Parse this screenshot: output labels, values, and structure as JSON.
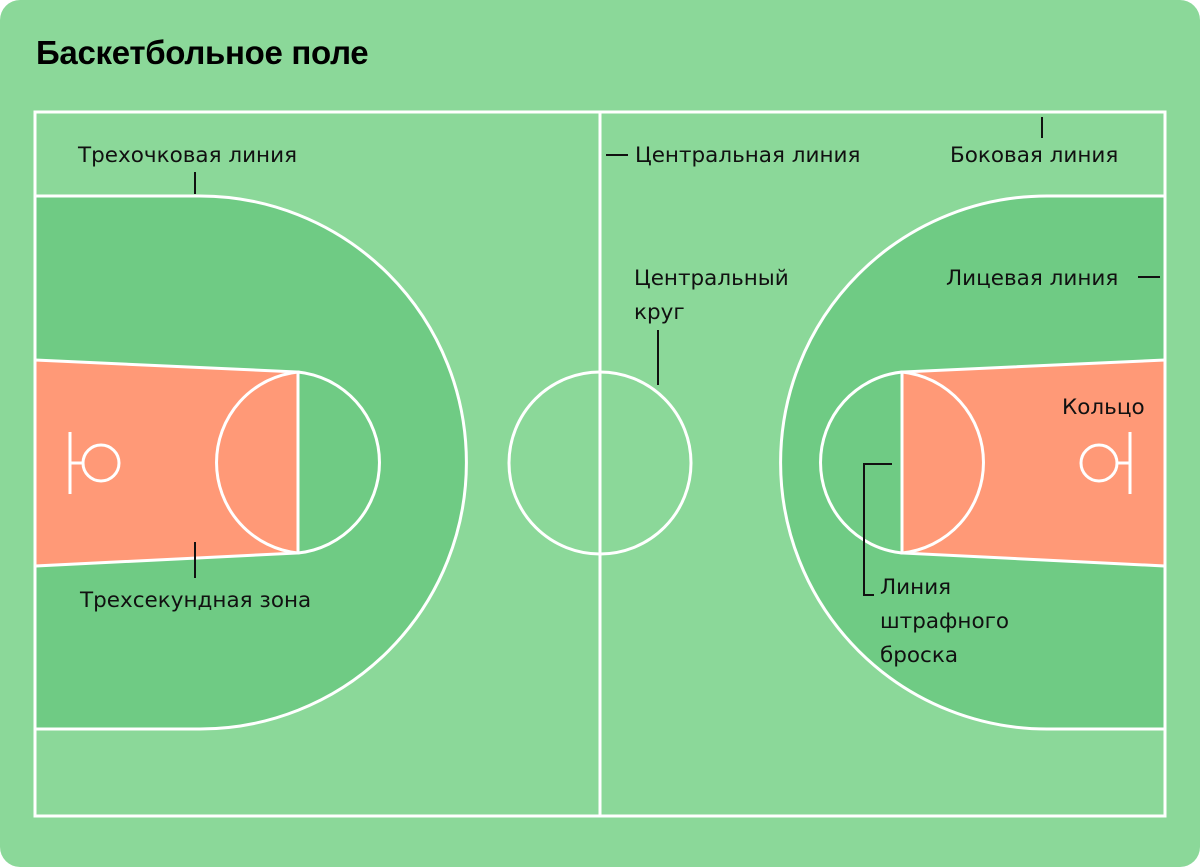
{
  "title": "Баскетбольное поле",
  "labels": {
    "three_point_line": "Трехочковая линия",
    "center_line": "Центральная линия",
    "side_line": "Боковая линия",
    "center_circle_1": "Центральный",
    "center_circle_2": "круг",
    "end_line": "Лицевая линия",
    "hoop": "Кольцо",
    "three_second_zone": "Трехсекундная зона",
    "free_throw_1": "Линия",
    "free_throw_2": "штрафного",
    "free_throw_3": "броска"
  },
  "colors": {
    "background": "#8bd899",
    "three_point_area": "#6fcb84",
    "key": "#ff9977",
    "lines": "#ffffff",
    "text": "#111111"
  }
}
